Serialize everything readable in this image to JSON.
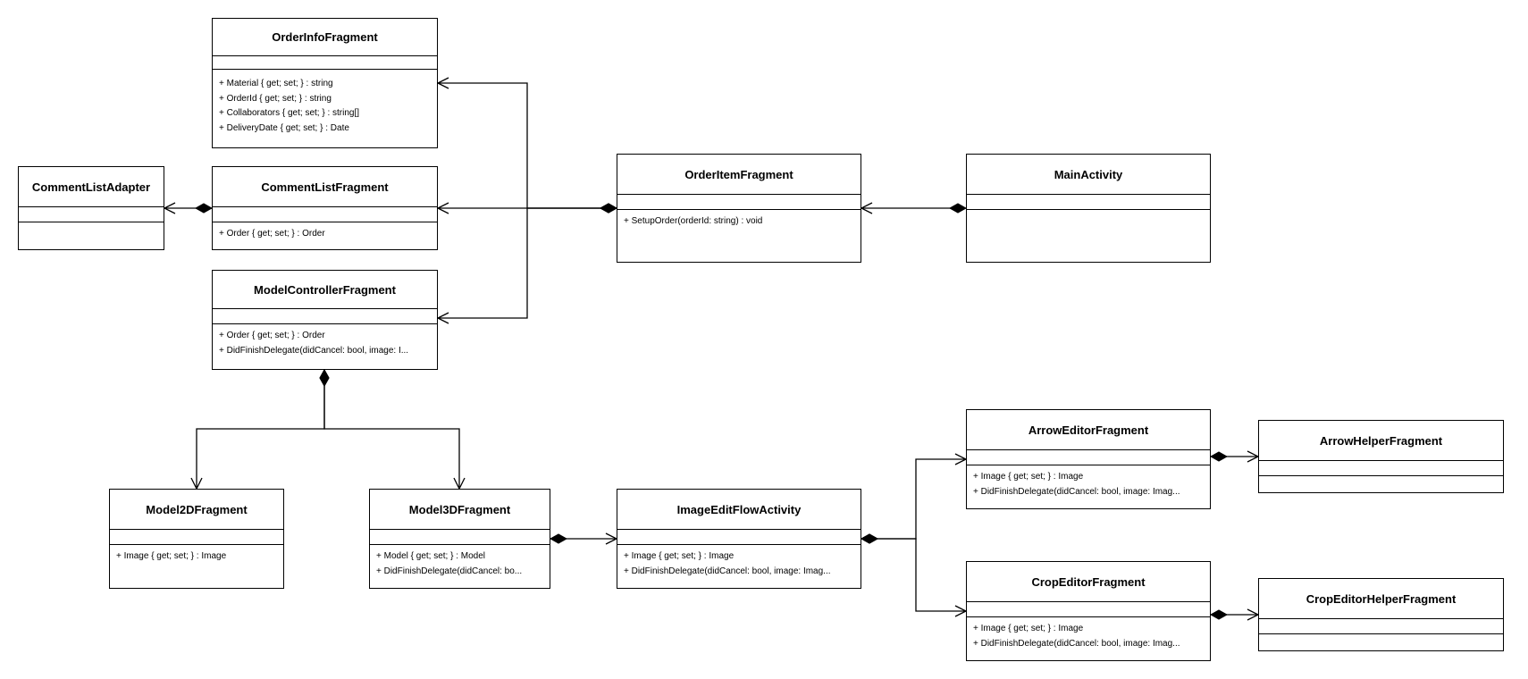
{
  "classes": {
    "order_info": {
      "name": "OrderInfoFragment",
      "members": [
        "+ Material { get; set; } : string",
        "+ OrderId { get; set; } : string",
        "+ Collaborators { get; set; } : string[]",
        "+ DeliveryDate { get; set; } : Date"
      ]
    },
    "comment_list_adapter": {
      "name": "CommentListAdapter",
      "members": []
    },
    "comment_list": {
      "name": "CommentListFragment",
      "members": [
        "+ Order { get; set; } : Order"
      ]
    },
    "model_controller": {
      "name": "ModelControllerFragment",
      "members": [
        "+ Order { get; set; } : Order",
        "+ DidFinishDelegate(didCancel: bool, image: I..."
      ]
    },
    "order_item": {
      "name": "OrderItemFragment",
      "members": [
        "+ SetupOrder(orderId: string) : void"
      ]
    },
    "main_activity": {
      "name": "MainActivity",
      "members": []
    },
    "model2d": {
      "name": "Model2DFragment",
      "members": [
        "+ Image { get; set; } : Image"
      ]
    },
    "model3d": {
      "name": "Model3DFragment",
      "members": [
        "+ Model { get; set; } : Model",
        "+ DidFinishDelegate(didCancel: bo..."
      ]
    },
    "image_edit_flow": {
      "name": "ImageEditFlowActivity",
      "members": [
        "+ Image { get; set; } : Image",
        "+ DidFinishDelegate(didCancel: bool, image: Imag..."
      ]
    },
    "arrow_editor": {
      "name": "ArrowEditorFragment",
      "members": [
        "+ Image { get; set; } : Image",
        "+ DidFinishDelegate(didCancel: bool, image: Imag..."
      ]
    },
    "arrow_helper": {
      "name": "ArrowHelperFragment",
      "members": []
    },
    "crop_editor": {
      "name": "CropEditorFragment",
      "members": [
        "+ Image { get; set; } : Image",
        "+ DidFinishDelegate(didCancel: bool, image: Imag..."
      ]
    },
    "crop_editor_helper": {
      "name": "CropEditorHelperFragment",
      "members": []
    }
  },
  "relations": [
    {
      "from": "main_activity",
      "to": "order_item",
      "kind": "composition"
    },
    {
      "from": "order_item",
      "to": "order_info",
      "kind": "composition"
    },
    {
      "from": "order_item",
      "to": "comment_list",
      "kind": "composition"
    },
    {
      "from": "order_item",
      "to": "model_controller",
      "kind": "composition"
    },
    {
      "from": "comment_list",
      "to": "comment_list_adapter",
      "kind": "composition"
    },
    {
      "from": "model_controller",
      "to": "model2d",
      "kind": "composition"
    },
    {
      "from": "model_controller",
      "to": "model3d",
      "kind": "composition"
    },
    {
      "from": "model3d",
      "to": "image_edit_flow",
      "kind": "composition"
    },
    {
      "from": "image_edit_flow",
      "to": "arrow_editor",
      "kind": "composition"
    },
    {
      "from": "image_edit_flow",
      "to": "crop_editor",
      "kind": "composition"
    },
    {
      "from": "arrow_editor",
      "to": "arrow_helper",
      "kind": "composition"
    },
    {
      "from": "crop_editor",
      "to": "crop_editor_helper",
      "kind": "composition"
    }
  ]
}
